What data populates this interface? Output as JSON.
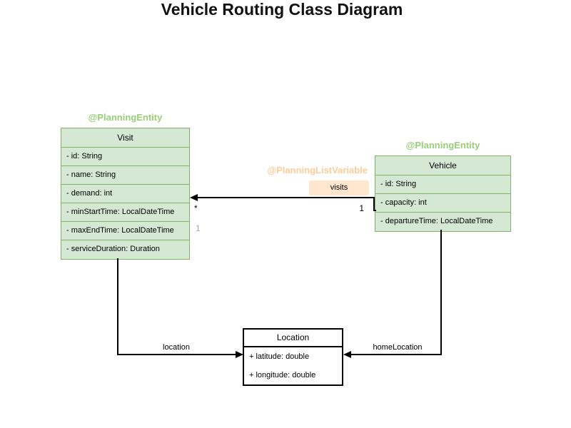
{
  "title": "Vehicle Routing Class Diagram",
  "classes": [
    {
      "name": "Visit",
      "annotation": "@PlanningEntity",
      "attributes": [
        "- id: String",
        "- name: String",
        "- demand: int",
        "- minStartTime: LocalDateTime",
        "- maxEndTime: LocalDateTime",
        "- serviceDuration: Duration"
      ]
    },
    {
      "name": "Vehicle",
      "annotation": "@PlanningEntity",
      "attributes": [
        "- id: String",
        "- capacity: int",
        "- departureTime: LocalDateTime"
      ]
    },
    {
      "name": "Location",
      "annotation": "",
      "attributes": [
        "+ latitude: double",
        "+ longitude: double"
      ]
    }
  ],
  "edges": {
    "visits": {
      "annotation": "@PlanningListVariable",
      "label": "visits",
      "target_multiplicity": "*",
      "source_multiplicity": "1",
      "anchor_marker": "1"
    },
    "location": {
      "label": "location"
    },
    "homeLocation": {
      "label": "homeLocation"
    }
  },
  "colors": {
    "class_fill": "#d5e8d4",
    "class_border": "#82b366",
    "annotation_green": "#97d077",
    "annotation_orange": "#ffcc99",
    "edge_label_bg": "#ffe6cc",
    "anchor_purple": "#b19cd9",
    "line": "#000000",
    "background": "#ffffff"
  }
}
